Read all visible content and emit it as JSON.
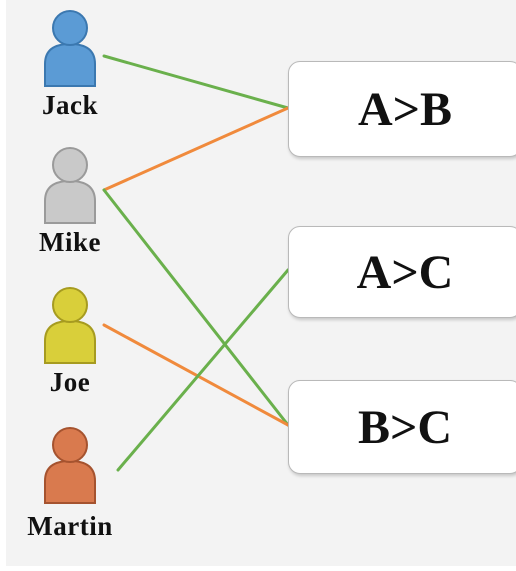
{
  "users": [
    {
      "id": "jack",
      "name": "Jack",
      "color": "#5b9bd5",
      "edge": "#3b78b0"
    },
    {
      "id": "mike",
      "name": "Mike",
      "color": "#c9c9c9",
      "edge": "#9a9a9a"
    },
    {
      "id": "joe",
      "name": "Joe",
      "color": "#d9cf3a",
      "edge": "#a69b20"
    },
    {
      "id": "martin",
      "name": "Martin",
      "color": "#d97a4e",
      "edge": "#a5532f"
    }
  ],
  "preferences": [
    {
      "id": "a-gt-b",
      "label": "A>B"
    },
    {
      "id": "a-gt-c",
      "label": "A>C"
    },
    {
      "id": "b-gt-c",
      "label": "B>C"
    }
  ],
  "links": [
    {
      "from": "jack",
      "to": "a-gt-b",
      "color": "#6ab04c"
    },
    {
      "from": "mike",
      "to": "a-gt-b",
      "color": "#f08a3c"
    },
    {
      "from": "mike",
      "to": "b-gt-c",
      "color": "#6ab04c"
    },
    {
      "from": "joe",
      "to": "b-gt-c",
      "color": "#f08a3c"
    },
    {
      "from": "martin",
      "to": "a-gt-c",
      "color": "#6ab04c"
    }
  ]
}
